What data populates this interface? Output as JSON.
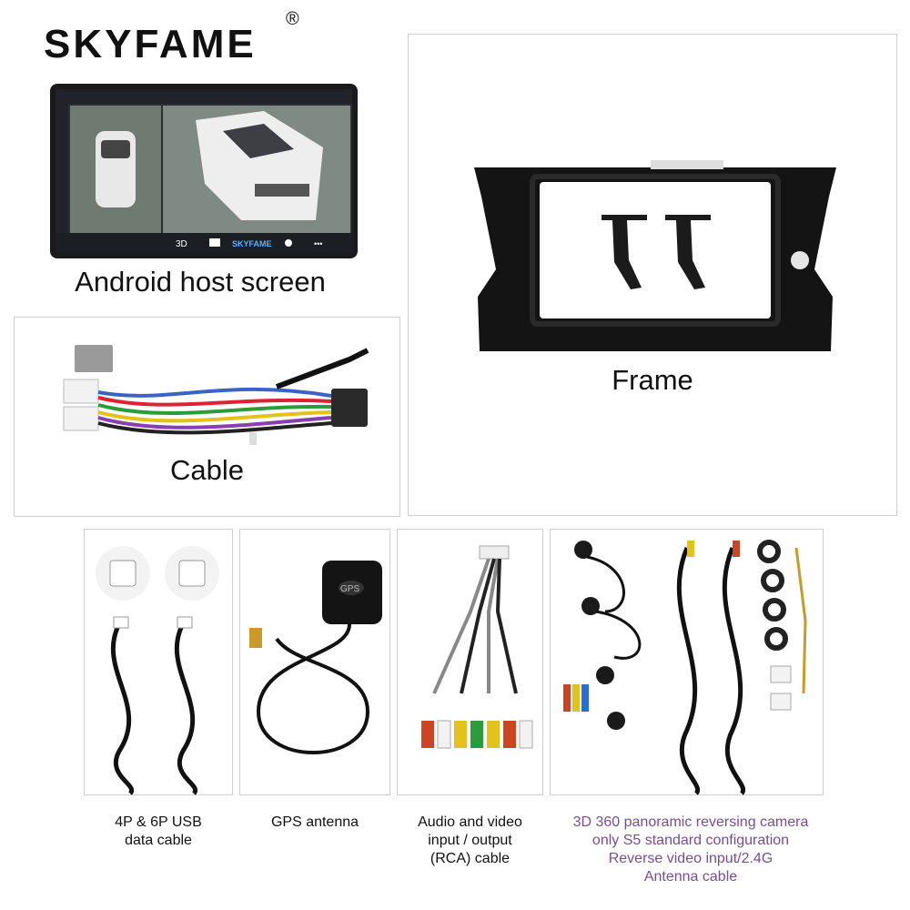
{
  "brand": {
    "name": "SKYFAME",
    "registered": "®"
  },
  "host_screen": {
    "label": "Android host screen",
    "screen_brand": "SKYFAME",
    "screen_3d": "3D",
    "screen_dots": "•••"
  },
  "frame": {
    "label": "Frame"
  },
  "cable": {
    "label": "Cable"
  },
  "items": [
    {
      "caption_line1": "4P & 6P USB",
      "caption_line2": "data cable"
    },
    {
      "caption_line1": "GPS antenna"
    },
    {
      "caption_line1": "Audio and video",
      "caption_line2": "input / output",
      "caption_line3": "(RCA) cable"
    },
    {
      "caption_line1": "3D 360 panoramic reversing camera",
      "caption_line2": "only S5 standard configuration",
      "caption_line3": "Reverse video input/2.4G",
      "caption_line4": "Antenna cable"
    }
  ],
  "gps_label": "GPS",
  "colors": {
    "caption_purple": "#7a4c98",
    "border": "#cfcfcf"
  }
}
